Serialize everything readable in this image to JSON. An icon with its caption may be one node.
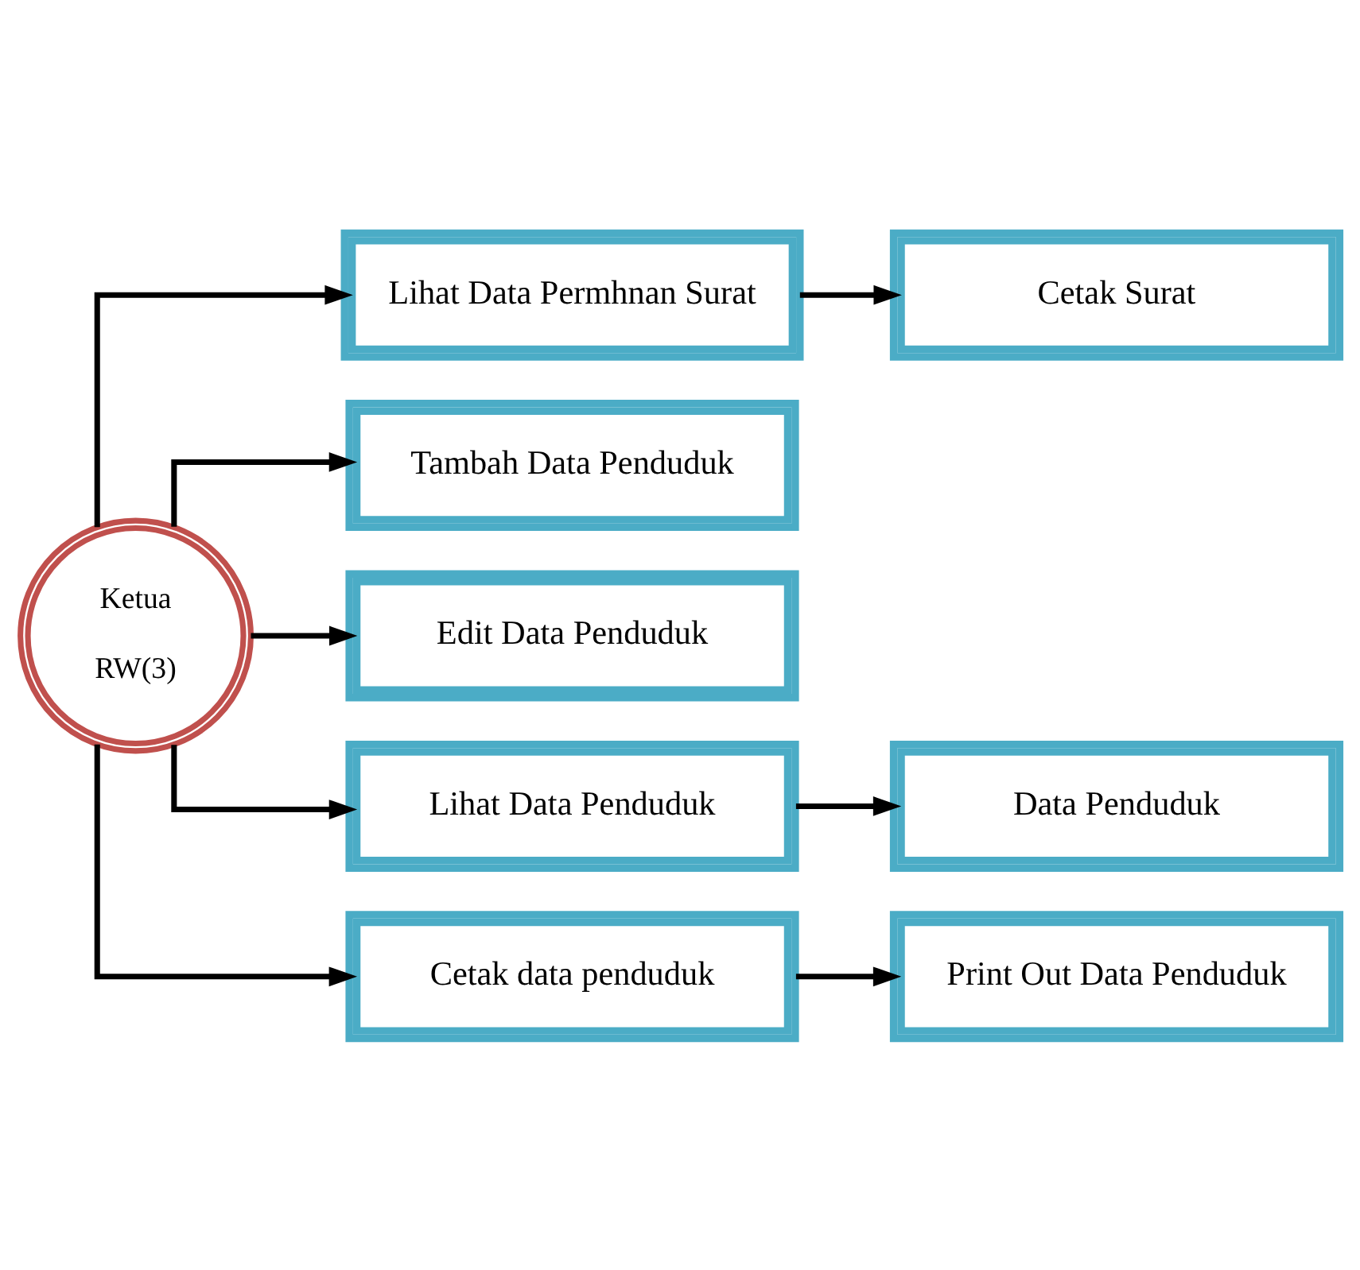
{
  "diagram": {
    "nodes": [
      {
        "text": [
          "Ketua RW(3)"
        ]
      },
      {
        "text": [
          "Lihat Data Permhnan Surat"
        ]
      },
      {
        "text": [
          "Cetak Surat"
        ]
      },
      {
        "text": [
          "Tambah Data Penduduk"
        ]
      },
      {
        "text": [
          "Edit Data Penduduk"
        ]
      },
      {
        "text": [
          "Lihat Data Penduduk"
        ]
      },
      {
        "text": [
          "Data Penduduk"
        ]
      },
      {
        "text": [
          "Cetak data penduduk"
        ]
      },
      {
        "text": [
          "Print Out Data Penduduk"
        ]
      }
    ],
    "edges": [
      {
        "from": 0,
        "to": 1,
        "arrow": "to"
      },
      {
        "from": 1,
        "to": 2,
        "arrow": "to"
      },
      {
        "from": 0,
        "to": 3,
        "arrow": "to"
      },
      {
        "from": 0,
        "to": 4,
        "arrow": "to"
      },
      {
        "from": 0,
        "to": 5,
        "arrow": "to"
      },
      {
        "from": 5,
        "to": 6,
        "arrow": "to"
      },
      {
        "from": 0,
        "to": 7,
        "arrow": "to"
      },
      {
        "from": 7,
        "to": 8,
        "arrow": "to"
      }
    ]
  }
}
